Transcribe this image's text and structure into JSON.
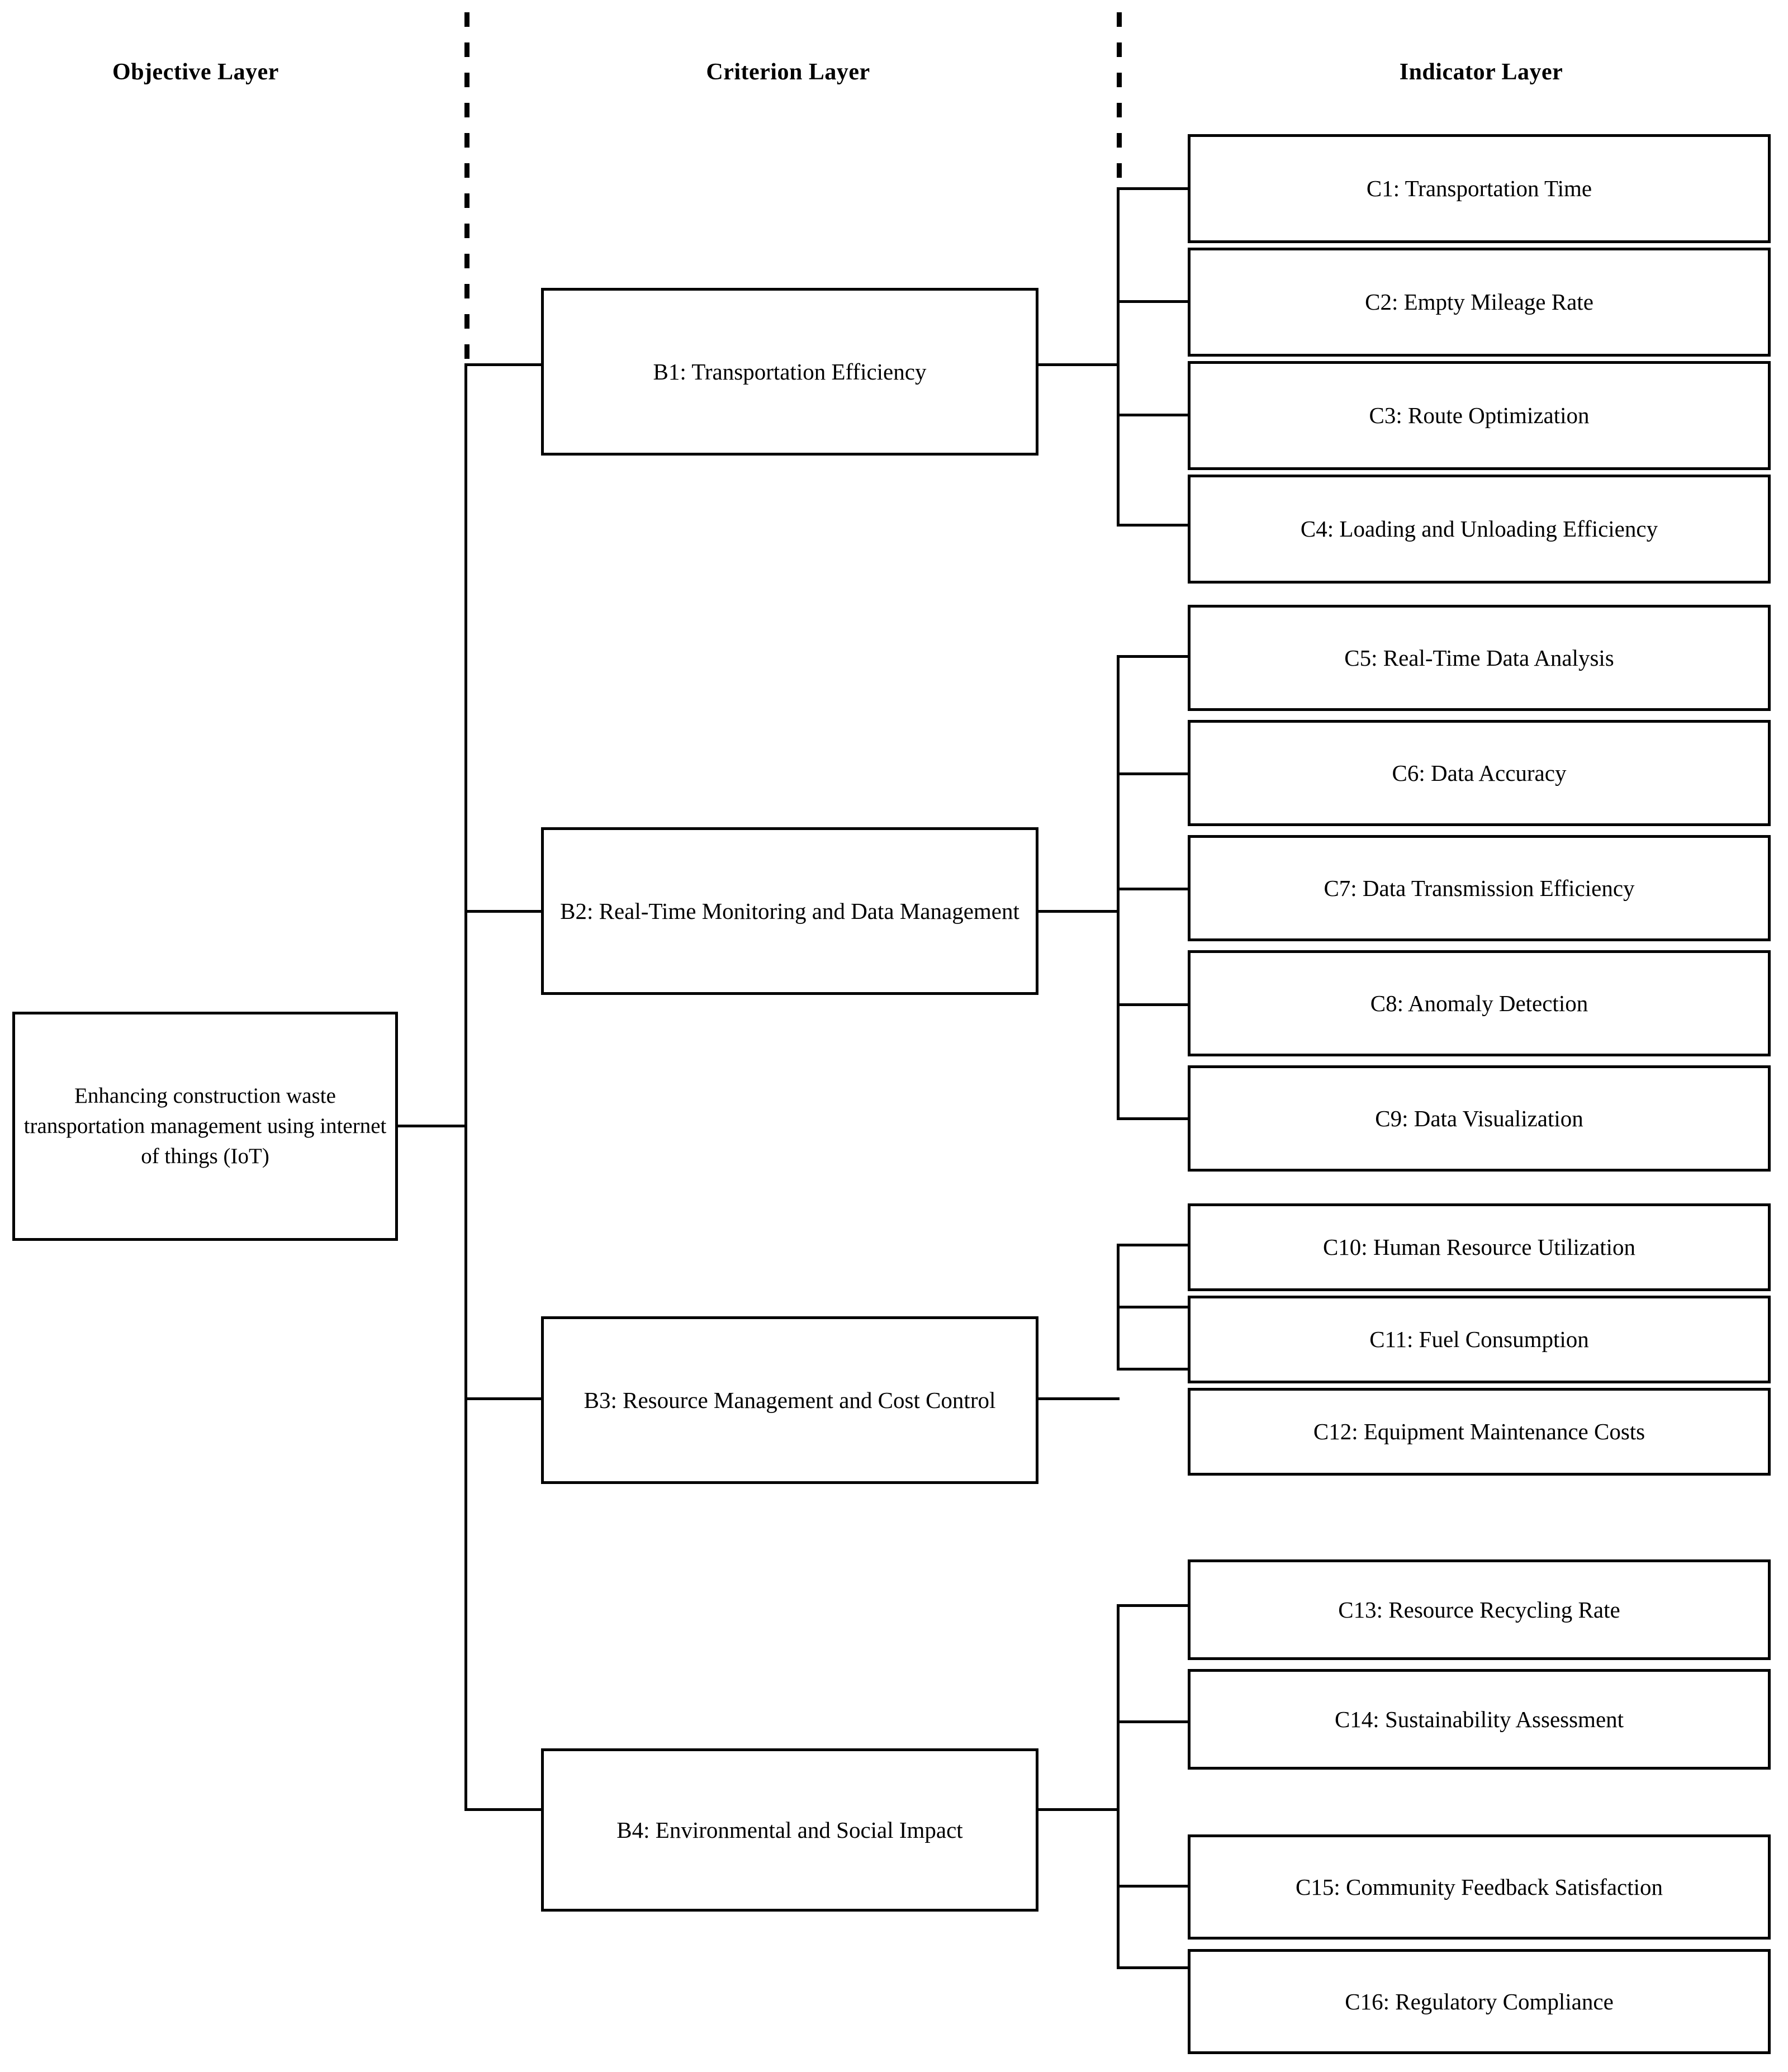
{
  "diagram": {
    "kind": "hierarchy-tree",
    "headers": {
      "objective": "Objective Layer",
      "criterion": "Criterion Layer",
      "indicator": "Indicator Layer"
    },
    "objective": {
      "id": "A",
      "label": "Enhancing construction waste transportation management using internet of things (IoT)"
    },
    "criteria": [
      {
        "id": "B1",
        "label": "B1: Transportation Efficiency",
        "indicators": [
          {
            "id": "C1",
            "label": "C1: Transportation Time"
          },
          {
            "id": "C2",
            "label": "C2: Empty Mileage Rate"
          },
          {
            "id": "C3",
            "label": "C3: Route Optimization"
          },
          {
            "id": "C4",
            "label": "C4: Loading and Unloading Efficiency"
          }
        ]
      },
      {
        "id": "B2",
        "label": "B2: Real-Time Monitoring and Data Management",
        "indicators": [
          {
            "id": "C5",
            "label": "C5: Real-Time Data Analysis"
          },
          {
            "id": "C6",
            "label": "C6: Data Accuracy"
          },
          {
            "id": "C7",
            "label": "C7: Data Transmission Efficiency"
          },
          {
            "id": "C8",
            "label": "C8: Anomaly Detection"
          },
          {
            "id": "C9",
            "label": "C9: Data Visualization"
          }
        ]
      },
      {
        "id": "B3",
        "label": "B3: Resource Management and Cost Control",
        "indicators": [
          {
            "id": "C10",
            "label": "C10: Human Resource Utilization"
          },
          {
            "id": "C11",
            "label": "C11: Fuel Consumption"
          },
          {
            "id": "C12",
            "label": "C12: Equipment Maintenance Costs"
          }
        ]
      },
      {
        "id": "B4",
        "label": "B4: Environmental and Social Impact",
        "indicators": [
          {
            "id": "C13",
            "label": "C13: Resource Recycling Rate"
          },
          {
            "id": "C14",
            "label": "C14: Sustainability Assessment"
          },
          {
            "id": "C15",
            "label": "C15: Community Feedback Satisfaction"
          },
          {
            "id": "C16",
            "label": "C16: Regulatory Compliance"
          }
        ]
      }
    ],
    "colors": {
      "background": "#ffffff",
      "stroke": "#000000",
      "text": "#000000"
    }
  }
}
